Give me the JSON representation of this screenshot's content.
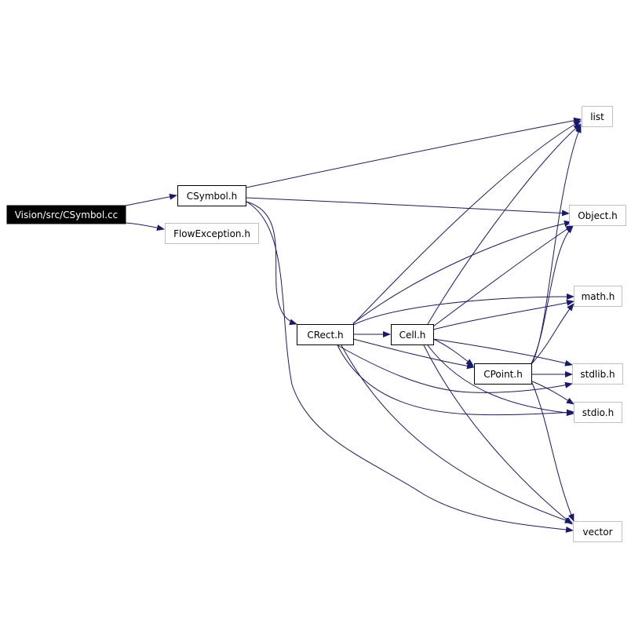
{
  "nodes": {
    "csymbol_cc": {
      "label": "Vision/src/CSymbol.cc",
      "style": "root"
    },
    "csymbol_h": {
      "label": "CSymbol.h",
      "style": "internal"
    },
    "flowexception_h": {
      "label": "FlowException.h",
      "style": "external"
    },
    "crect_h": {
      "label": "CRect.h",
      "style": "internal"
    },
    "cell_h": {
      "label": "Cell.h",
      "style": "internal"
    },
    "cpoint_h": {
      "label": "CPoint.h",
      "style": "internal"
    },
    "list": {
      "label": "list",
      "style": "external"
    },
    "object_h": {
      "label": "Object.h",
      "style": "external"
    },
    "math_h": {
      "label": "math.h",
      "style": "external"
    },
    "stdlib_h": {
      "label": "stdlib.h",
      "style": "external"
    },
    "stdio_h": {
      "label": "stdio.h",
      "style": "external"
    },
    "vector": {
      "label": "vector",
      "style": "external"
    }
  },
  "edges": [
    {
      "from": "csymbol_cc",
      "to": "csymbol_h"
    },
    {
      "from": "csymbol_cc",
      "to": "flowexception_h"
    },
    {
      "from": "csymbol_h",
      "to": "list"
    },
    {
      "from": "csymbol_h",
      "to": "object_h"
    },
    {
      "from": "csymbol_h",
      "to": "crect_h"
    },
    {
      "from": "csymbol_h",
      "to": "vector"
    },
    {
      "from": "crect_h",
      "to": "list"
    },
    {
      "from": "crect_h",
      "to": "object_h"
    },
    {
      "from": "crect_h",
      "to": "math_h"
    },
    {
      "from": "crect_h",
      "to": "cell_h"
    },
    {
      "from": "crect_h",
      "to": "cpoint_h"
    },
    {
      "from": "crect_h",
      "to": "stdlib_h"
    },
    {
      "from": "crect_h",
      "to": "stdio_h"
    },
    {
      "from": "crect_h",
      "to": "vector"
    },
    {
      "from": "cell_h",
      "to": "list"
    },
    {
      "from": "cell_h",
      "to": "object_h"
    },
    {
      "from": "cell_h",
      "to": "math_h"
    },
    {
      "from": "cell_h",
      "to": "cpoint_h"
    },
    {
      "from": "cell_h",
      "to": "stdlib_h"
    },
    {
      "from": "cell_h",
      "to": "stdio_h"
    },
    {
      "from": "cell_h",
      "to": "vector"
    },
    {
      "from": "cpoint_h",
      "to": "list"
    },
    {
      "from": "cpoint_h",
      "to": "object_h"
    },
    {
      "from": "cpoint_h",
      "to": "math_h"
    },
    {
      "from": "cpoint_h",
      "to": "stdlib_h"
    },
    {
      "from": "cpoint_h",
      "to": "stdio_h"
    },
    {
      "from": "cpoint_h",
      "to": "vector"
    }
  ],
  "colors": {
    "edge": "#191970",
    "root_fill": "#000000",
    "root_text": "#ffffff",
    "internal_border": "#000000",
    "external_border": "#bfbfbf",
    "text": "#000000"
  }
}
